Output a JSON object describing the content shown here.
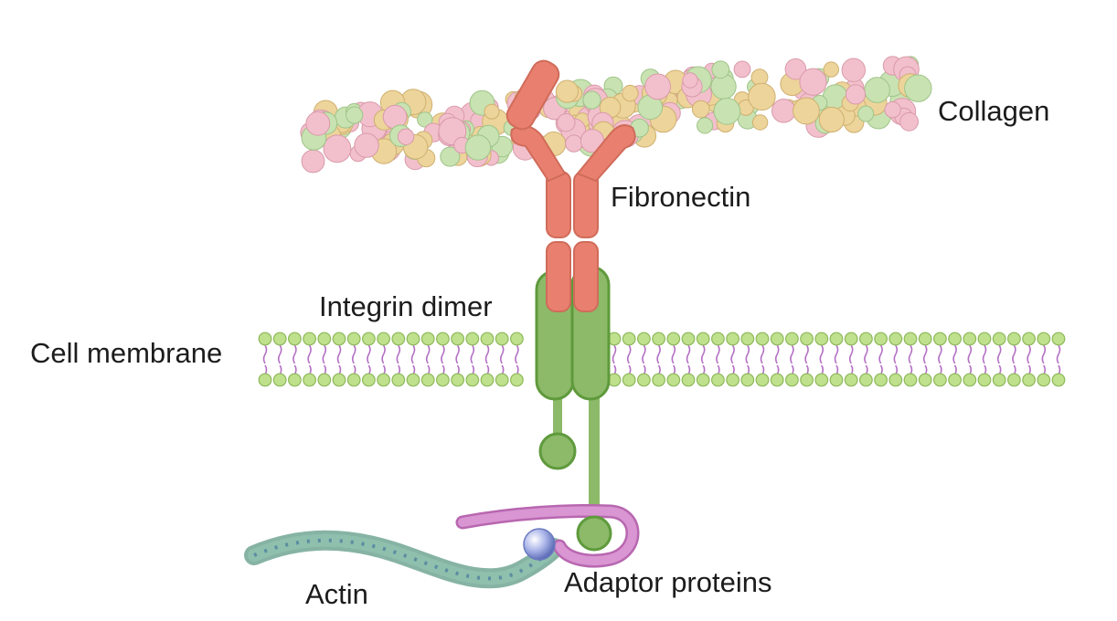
{
  "labels": {
    "collagen": "Collagen",
    "fibronectin": "Fibronectin",
    "integrin": "Integrin dimer",
    "membrane": "Cell membrane",
    "actin": "Actin",
    "adaptor": "Adaptor proteins"
  },
  "colors": {
    "collagen_pink": "#f2c0cc",
    "collagen_green": "#c8e2b2",
    "collagen_tan": "#edd49a",
    "fibronectin": "#e9806f",
    "fibronectin_edge": "#d06b5a",
    "integrin": "#8cba69",
    "integrin_edge": "#5f9a3c",
    "lipid_head": "#bfe08c",
    "lipid_head_edge": "#8db85a",
    "lipid_tail": "#b46fc4",
    "adaptor": "#cf86c8",
    "adaptor_blue": "#a9b4e6",
    "actin": "#79ac9a"
  }
}
